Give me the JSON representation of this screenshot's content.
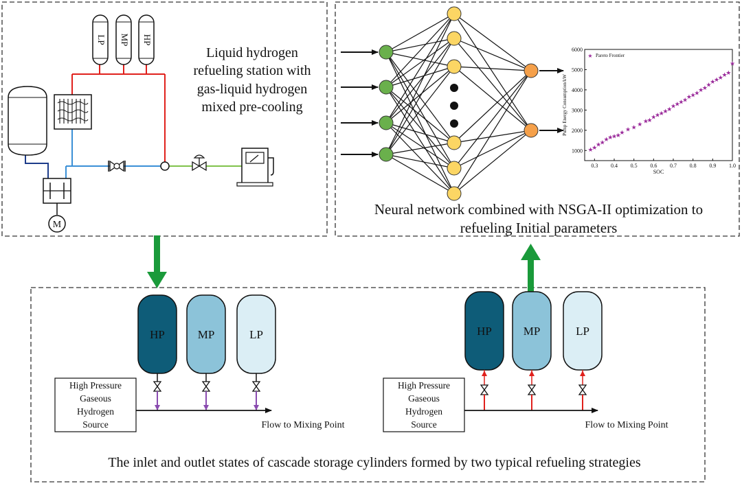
{
  "top_left": {
    "caption_lines": [
      "Liquid hydrogen",
      "refueling station with",
      "gas-liquid hydrogen",
      "mixed pre-cooling"
    ],
    "tank_labels": [
      "LP",
      "MP",
      "HP"
    ],
    "motor_label": "M"
  },
  "top_right": {
    "caption_lines": [
      "Neural network combined with NSGA-II optimization to",
      "refueling Initial parameters"
    ]
  },
  "bottom": {
    "caption": "The inlet and outlet states of cascade  storage cylinders formed by two typical refueling strategies",
    "left_group": {
      "cylinders": [
        "HP",
        "MP",
        "LP"
      ],
      "source_label_lines": [
        "High Pressure",
        "Gaseous",
        "Hydrogen",
        "Source"
      ],
      "flow_label": "Flow to Mixing Point"
    },
    "right_group": {
      "cylinders": [
        "HP",
        "MP",
        "LP"
      ],
      "source_label_lines": [
        "High Pressure",
        "Gaseous",
        "Hydrogen",
        "Source"
      ],
      "flow_label": "Flow to Mixing Point"
    }
  },
  "colors": {
    "hp": "#0e5c78",
    "mp": "#8cc3d9",
    "lp": "#dbeef5",
    "arrow_green": "#1a9a3a",
    "red_line": "#e0201c",
    "blue_line": "#3a8fd6",
    "green_line": "#7fc24a",
    "purple": "#8a4bb0",
    "pareto": "#9a2a9a",
    "node_green": "#6ab04c",
    "node_yellow": "#fcd664",
    "node_orange": "#f5a04a"
  },
  "chart_data": {
    "type": "scatter",
    "series": [
      {
        "name": "Pareto Frontier",
        "x": [
          0.28,
          0.3,
          0.32,
          0.34,
          0.36,
          0.38,
          0.4,
          0.42,
          0.44,
          0.47,
          0.5,
          0.53,
          0.56,
          0.58,
          0.6,
          0.62,
          0.64,
          0.66,
          0.68,
          0.7,
          0.72,
          0.74,
          0.76,
          0.78,
          0.8,
          0.82,
          0.84,
          0.86,
          0.88,
          0.9,
          0.92,
          0.94,
          0.96,
          0.98,
          1.0
        ],
        "y": [
          1050,
          1150,
          1300,
          1400,
          1550,
          1650,
          1700,
          1750,
          1900,
          2050,
          2150,
          2300,
          2450,
          2500,
          2650,
          2750,
          2850,
          2950,
          3050,
          3200,
          3300,
          3400,
          3500,
          3650,
          3750,
          3850,
          4000,
          4100,
          4250,
          4400,
          4500,
          4600,
          4750,
          4850,
          5300
        ]
      }
    ],
    "xlabel": "SOC",
    "ylabel": "Pump Energy Consumption/kW",
    "xlim": [
      0.25,
      1.0
    ],
    "ylim": [
      500,
      6000
    ],
    "xticks": [
      "0.3",
      "0.4",
      "0.5",
      "0.6",
      "0.7",
      "0.8",
      "0.9",
      "1.0"
    ],
    "yticks": [
      "1000",
      "2000",
      "3000",
      "4000",
      "5000",
      "6000"
    ],
    "legend_position": "top-left",
    "grid": false
  }
}
